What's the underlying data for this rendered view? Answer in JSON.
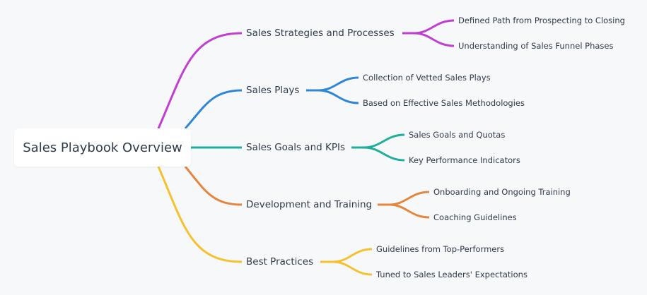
{
  "root": {
    "label": "Sales Playbook Overview"
  },
  "branches": [
    {
      "label": "Sales Strategies and Processes",
      "color": "#c03fd0",
      "children": [
        "Defined Path from Prospecting to Closing",
        "Understanding of Sales Funnel Phases"
      ]
    },
    {
      "label": "Sales Plays",
      "color": "#2f86d9",
      "children": [
        "Collection of Vetted Sales Plays",
        "Based on Effective Sales Methodologies"
      ]
    },
    {
      "label": "Sales Goals and KPIs",
      "color": "#1eae9c",
      "children": [
        "Sales Goals and Quotas",
        "Key Performance Indicators"
      ]
    },
    {
      "label": "Development and Training",
      "color": "#e5863e",
      "children": [
        "Onboarding and Ongoing Training",
        "Coaching Guidelines"
      ]
    },
    {
      "label": "Best Practices",
      "color": "#f5c12e",
      "children": [
        "Guidelines from Top-Performers",
        "Tuned to Sales Leaders' Expectations"
      ]
    }
  ]
}
